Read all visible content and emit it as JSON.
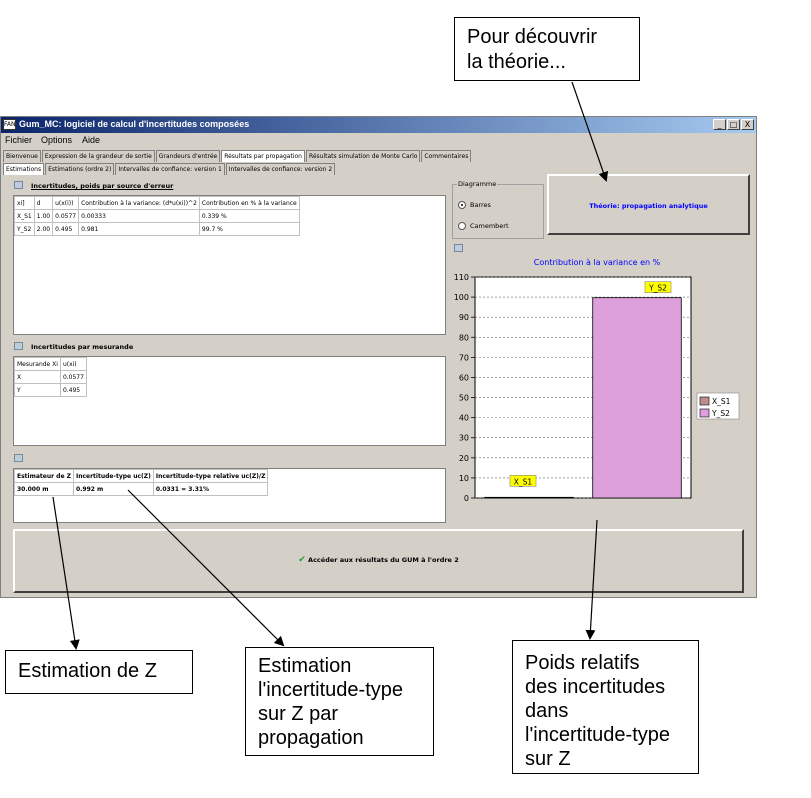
{
  "callouts": {
    "top": {
      "lines": [
        "Pour découvrir",
        "la théorie..."
      ]
    },
    "estimation_z": {
      "lines": [
        "Estimation de Z"
      ]
    },
    "estimation_incertitude": {
      "lines": [
        "Estimation",
        "l'incertitude-type",
        "sur Z par",
        "propagation"
      ]
    },
    "poids": {
      "lines": [
        "Poids relatifs",
        "des incertitudes",
        "dans",
        "l'incertitude-type",
        "sur Z"
      ]
    }
  },
  "window": {
    "app_icon": "FAN",
    "title": "Gum_MC: logiciel de calcul d'incertitudes composées",
    "controls": {
      "minimize": "_",
      "maximize": "□",
      "close": "X"
    }
  },
  "menu": [
    "Fichier",
    "Options",
    "Aide"
  ],
  "tabs_main": [
    "Bienvenue",
    "Expression de la grandeur de sortie",
    "Grandeurs d'entrée",
    "Résultats par propagation",
    "Résultats simulation de Monte Carlo",
    "Commentaires"
  ],
  "tabs_main_active": 3,
  "tabs_sub": [
    "Estimations",
    "Estimations (ordre 2)",
    "Intervalles de confiance: version 1",
    "Intervalles de confiance: version 2"
  ],
  "tabs_sub_active": 0,
  "section1": {
    "title": "Incertitudes, poids par source d'erreur",
    "headers": [
      "xi]",
      "d",
      "u(x(i))",
      "Contribution à la variance: (d*u(xi))^2",
      "Contribution en % à la variance"
    ],
    "rows": [
      [
        "X_S1",
        "1.00",
        "0.0577",
        "0.00333",
        "0.339 %"
      ],
      [
        "Y_S2",
        "2.00",
        "0.495",
        "0.981",
        "99.7 %"
      ]
    ]
  },
  "section2": {
    "title": "Incertitudes par mesurande",
    "headers": [
      "Mesurande Xi",
      "u(xi)"
    ],
    "rows": [
      [
        "X",
        "0.0577"
      ],
      [
        "Y",
        "0.495"
      ]
    ]
  },
  "section3": {
    "headers": [
      "Estimateur de Z",
      "Incertitude-type uc(Z)",
      "Incertitude-type relative uc(Z)/Z"
    ],
    "values": [
      "30.000 m",
      "0.992 m",
      "0.0331 = 3.31%"
    ]
  },
  "diagramme": {
    "label": "Diagramme",
    "options": [
      "Barres",
      "Camembert"
    ],
    "selected": 0
  },
  "theorie_button": "Théorie: propagation analytique",
  "gum_button": "Accéder aux résultats du GUM à l'ordre 2",
  "icons": {
    "check": "check-icon",
    "table": "table-icon"
  },
  "colors": {
    "series1": "#bc8f8f",
    "series2": "#dda0dd",
    "title_blue": "#0000ff",
    "label_yellow": "#ffff00"
  },
  "chart_data": {
    "type": "bar",
    "title": "Contribution à la variance en %",
    "categories": [
      "X_S1",
      "Y_S2"
    ],
    "series": [
      {
        "name": "X_S1",
        "values": [
          0.339
        ]
      },
      {
        "name": "Y_S2",
        "values": [
          99.7
        ]
      }
    ],
    "ylim": [
      0,
      110
    ],
    "yticks": [
      0,
      10,
      20,
      30,
      40,
      50,
      60,
      70,
      80,
      90,
      100,
      110
    ],
    "grid": true,
    "legend": "right"
  }
}
